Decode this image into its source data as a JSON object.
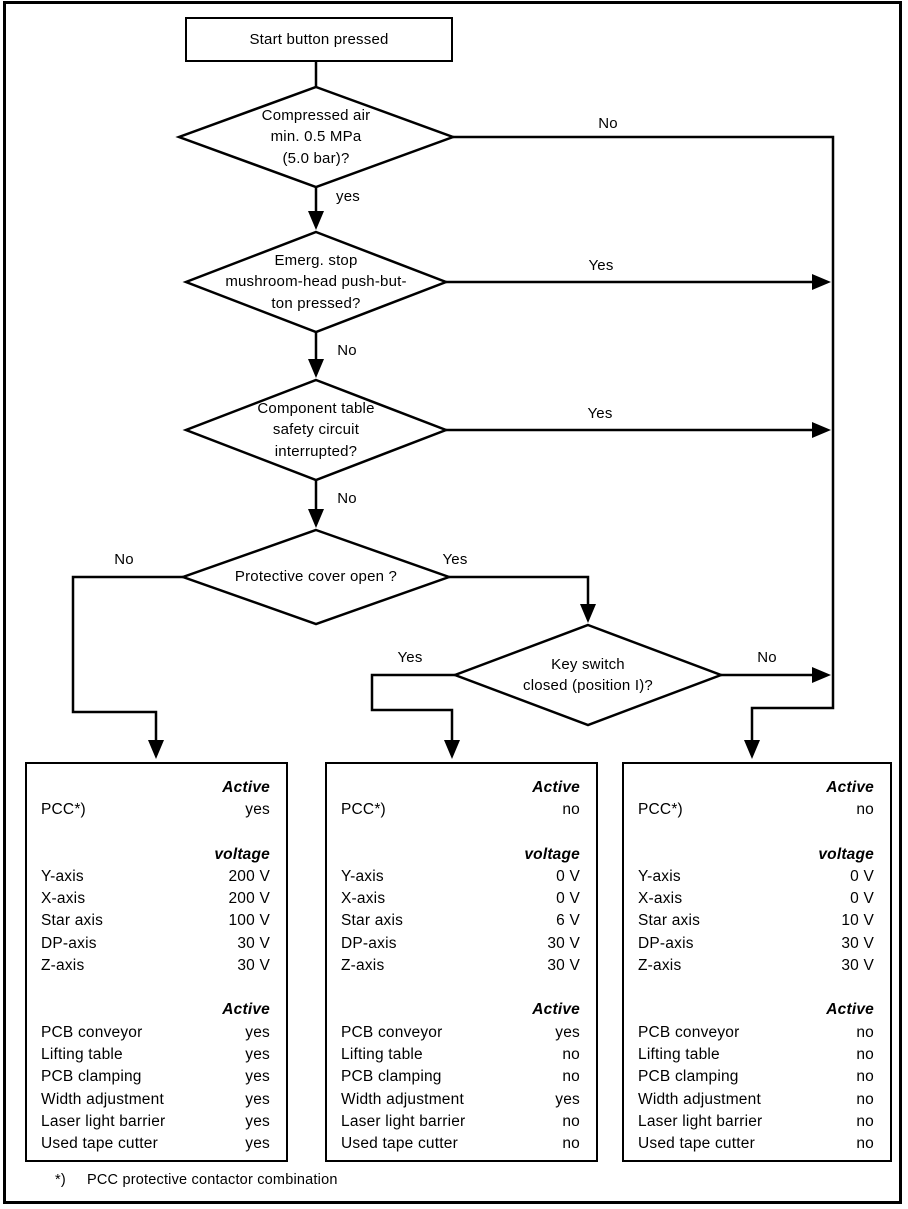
{
  "colors": {
    "ink": "#000000",
    "background": "#ffffff"
  },
  "start": {
    "label": "Start button pressed"
  },
  "decisions": [
    {
      "name": "compressed-air",
      "text": "Compressed air\nmin. 0.5 MPa\n(5.0 bar)?",
      "branch_right": "No",
      "branch_down": "yes"
    },
    {
      "name": "emergency-stop",
      "text": "Emerg. stop\nmushroom-head push-but-\nton pressed?",
      "branch_right": "Yes",
      "branch_down": "No"
    },
    {
      "name": "safety-circuit",
      "text": "Component table\nsafety circuit\ninterrupted?",
      "branch_right": "Yes",
      "branch_down": "No"
    },
    {
      "name": "protective-cover",
      "text": "Protective cover open ?",
      "branch_left": "No",
      "branch_right": "Yes"
    },
    {
      "name": "key-switch",
      "text": "Key switch\nclosed (position I)?",
      "branch_left": "Yes",
      "branch_right": "No"
    }
  ],
  "outcome_boxes": [
    {
      "name": "cover-closed",
      "sections": [
        {
          "header": "Active",
          "rows": [
            {
              "label": "PCC*)",
              "value": "yes"
            }
          ]
        },
        {
          "header": "voltage",
          "rows": [
            {
              "label": "Y-axis",
              "value": "200 V"
            },
            {
              "label": "X-axis",
              "value": "200 V"
            },
            {
              "label": "Star axis",
              "value": "100 V"
            },
            {
              "label": "DP-axis",
              "value": "30 V"
            },
            {
              "label": "Z-axis",
              "value": "30 V"
            }
          ]
        },
        {
          "header": "Active",
          "rows": [
            {
              "label": "PCB conveyor",
              "value": "yes"
            },
            {
              "label": "Lifting table",
              "value": "yes"
            },
            {
              "label": "PCB clamping",
              "value": "yes"
            },
            {
              "label": "Width adjustment",
              "value": "yes"
            },
            {
              "label": "Laser light barrier",
              "value": "yes"
            },
            {
              "label": "Used tape cutter",
              "value": "yes"
            }
          ]
        }
      ]
    },
    {
      "name": "key-switch-closed",
      "sections": [
        {
          "header": "Active",
          "rows": [
            {
              "label": "PCC*)",
              "value": "no"
            }
          ]
        },
        {
          "header": "voltage",
          "rows": [
            {
              "label": "Y-axis",
              "value": "0 V"
            },
            {
              "label": "X-axis",
              "value": "0 V"
            },
            {
              "label": "Star axis",
              "value": "6 V"
            },
            {
              "label": "DP-axis",
              "value": "30 V"
            },
            {
              "label": "Z-axis",
              "value": "30 V"
            }
          ]
        },
        {
          "header": "Active",
          "rows": [
            {
              "label": "PCB conveyor",
              "value": "yes"
            },
            {
              "label": "Lifting table",
              "value": "no"
            },
            {
              "label": "PCB clamping",
              "value": "no"
            },
            {
              "label": "Width adjustment",
              "value": "yes"
            },
            {
              "label": "Laser light barrier",
              "value": "no"
            },
            {
              "label": "Used tape cutter",
              "value": "no"
            }
          ]
        }
      ]
    },
    {
      "name": "key-switch-open",
      "sections": [
        {
          "header": "Active",
          "rows": [
            {
              "label": "PCC*)",
              "value": "no"
            }
          ]
        },
        {
          "header": "voltage",
          "rows": [
            {
              "label": "Y-axis",
              "value": "0 V"
            },
            {
              "label": "X-axis",
              "value": "0 V"
            },
            {
              "label": "Star axis",
              "value": "10 V"
            },
            {
              "label": "DP-axis",
              "value": "30 V"
            },
            {
              "label": "Z-axis",
              "value": "30 V"
            }
          ]
        },
        {
          "header": "Active",
          "rows": [
            {
              "label": "PCB conveyor",
              "value": "no"
            },
            {
              "label": "Lifting table",
              "value": "no"
            },
            {
              "label": "PCB clamping",
              "value": "no"
            },
            {
              "label": "Width adjustment",
              "value": "no"
            },
            {
              "label": "Laser light barrier",
              "value": "no"
            },
            {
              "label": "Used tape cutter",
              "value": "no"
            }
          ]
        }
      ]
    }
  ],
  "footnote": {
    "marker": "*)",
    "text": "PCC protective contactor combination"
  }
}
